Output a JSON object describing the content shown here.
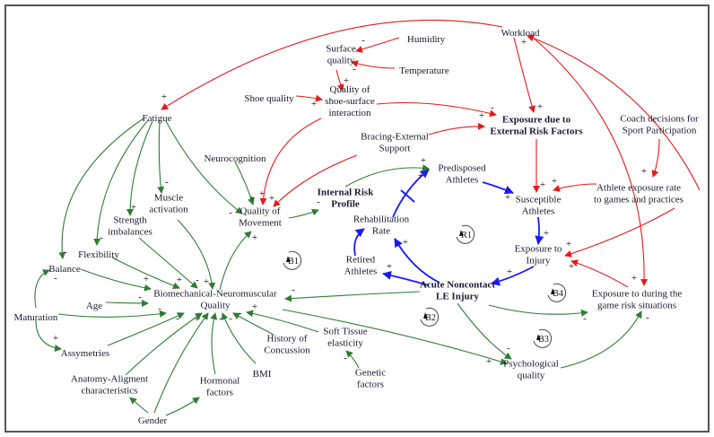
{
  "colors": {
    "external": "#e8191a",
    "stock_flow": "#1a1aff",
    "internal": "#2e7d32",
    "border": "#555555"
  },
  "nodes": [
    {
      "id": "workload",
      "lines": [
        "Workload"
      ]
    },
    {
      "id": "humidity",
      "lines": [
        "Humidity"
      ]
    },
    {
      "id": "surface",
      "lines": [
        "Surface",
        "quality"
      ]
    },
    {
      "id": "temperature",
      "lines": [
        "Temperature"
      ]
    },
    {
      "id": "shoe",
      "lines": [
        "Shoe quality"
      ]
    },
    {
      "id": "qss",
      "lines": [
        "Quality of",
        "shoe-surface",
        "interaction"
      ]
    },
    {
      "id": "extrisk",
      "lines": [
        "Exposure due to",
        "External Risk Factors"
      ],
      "bold": true
    },
    {
      "id": "coach",
      "lines": [
        "Coach decisions for",
        "Sport Participation"
      ]
    },
    {
      "id": "fatigue",
      "lines": [
        "Fatigue"
      ]
    },
    {
      "id": "neuro",
      "lines": [
        "Neurocognition"
      ]
    },
    {
      "id": "bracing",
      "lines": [
        "Bracing-External",
        "Support"
      ]
    },
    {
      "id": "predisposed",
      "lines": [
        "Predisposed",
        "Athletes"
      ]
    },
    {
      "id": "irp",
      "lines": [
        "Internal Risk",
        "Profile"
      ],
      "bold": true
    },
    {
      "id": "susceptible",
      "lines": [
        "Susceptible",
        "Athletes"
      ]
    },
    {
      "id": "athexp",
      "lines": [
        "Athlete exposure rate",
        "to games and practices"
      ]
    },
    {
      "id": "muscle",
      "lines": [
        "Muscle",
        "activation"
      ]
    },
    {
      "id": "strength",
      "lines": [
        "Strength",
        "imbalances"
      ]
    },
    {
      "id": "qom",
      "lines": [
        "Quality of",
        "Movement"
      ]
    },
    {
      "id": "rehab",
      "lines": [
        "Rehabilitation",
        "Rate"
      ]
    },
    {
      "id": "expinj",
      "lines": [
        "Exposure to",
        "Injury"
      ]
    },
    {
      "id": "flex",
      "lines": [
        "Flexibility"
      ]
    },
    {
      "id": "retired",
      "lines": [
        "Retired",
        "Athletes"
      ]
    },
    {
      "id": "balance",
      "lines": [
        "Balance"
      ]
    },
    {
      "id": "acute",
      "lines": [
        "Acute Noncontact",
        "LE Injury"
      ],
      "bold": true
    },
    {
      "id": "bnq",
      "lines": [
        "Biomechanical-Neuromuscular",
        "Quality"
      ]
    },
    {
      "id": "expgame",
      "lines": [
        "Exposure to during the",
        "game risk situations"
      ]
    },
    {
      "id": "age",
      "lines": [
        "Age"
      ]
    },
    {
      "id": "maturation",
      "lines": [
        "Maturation"
      ]
    },
    {
      "id": "soft",
      "lines": [
        "Soft Tissue",
        "elasticity"
      ]
    },
    {
      "id": "history",
      "lines": [
        "History of",
        "Concussion"
      ]
    },
    {
      "id": "asym",
      "lines": [
        "Assymetries"
      ]
    },
    {
      "id": "bmi",
      "lines": [
        "BMI"
      ]
    },
    {
      "id": "psych",
      "lines": [
        "Psychological",
        "quality"
      ]
    },
    {
      "id": "genetic",
      "lines": [
        "Genetic",
        "factors"
      ]
    },
    {
      "id": "anatomy",
      "lines": [
        "Anatomy-Aligment",
        "characteristics"
      ]
    },
    {
      "id": "hormonal",
      "lines": [
        "Hormonal",
        "factors"
      ]
    },
    {
      "id": "gender",
      "lines": [
        "Gender"
      ]
    }
  ],
  "loops": [
    "B1",
    "R1",
    "B2",
    "B3",
    "B4"
  ],
  "edges": [
    {
      "from": "humidity",
      "to": "surface",
      "sign": "-",
      "color": "external"
    },
    {
      "from": "temperature",
      "to": "surface",
      "sign": "-",
      "color": "external"
    },
    {
      "from": "surface",
      "to": "qss",
      "sign": "+",
      "color": "external"
    },
    {
      "from": "shoe",
      "to": "qss",
      "sign": "+",
      "color": "external"
    },
    {
      "from": "qss",
      "to": "extrisk",
      "sign": "-",
      "color": "external"
    },
    {
      "from": "qss",
      "to": "qom",
      "sign": "+",
      "color": "external"
    },
    {
      "from": "bracing",
      "to": "qom",
      "sign": "+",
      "color": "external"
    },
    {
      "from": "bracing",
      "to": "extrisk",
      "sign": "+",
      "color": "external"
    },
    {
      "from": "workload",
      "to": "extrisk",
      "sign": "+",
      "color": "external"
    },
    {
      "from": "workload",
      "to": "fatigue",
      "sign": "+",
      "color": "external"
    },
    {
      "from": "athexp",
      "to": "workload",
      "sign": "+",
      "color": "external"
    },
    {
      "from": "extrisk",
      "to": "susceptible",
      "sign": "+",
      "color": "external"
    },
    {
      "from": "athexp",
      "to": "susceptible",
      "sign": "+",
      "color": "external"
    },
    {
      "from": "coach",
      "to": "athexp",
      "sign": "+",
      "color": "external"
    },
    {
      "from": "athexp",
      "to": "expinj",
      "sign": "+",
      "color": "external"
    },
    {
      "from": "workload",
      "to": "expgame",
      "sign": "+",
      "color": "external"
    },
    {
      "from": "expgame",
      "to": "expinj",
      "sign": "+",
      "color": "external"
    },
    {
      "from": "predisposed",
      "to": "susceptible",
      "sign": "+",
      "color": "stock_flow"
    },
    {
      "from": "susceptible",
      "to": "expinj",
      "sign": "+",
      "color": "stock_flow"
    },
    {
      "from": "expinj",
      "to": "acute",
      "sign": "+",
      "color": "stock_flow"
    },
    {
      "from": "acute",
      "to": "rehab",
      "sign": "+",
      "color": "stock_flow"
    },
    {
      "from": "acute",
      "to": "retired",
      "sign": "+",
      "color": "stock_flow"
    },
    {
      "from": "retired",
      "to": "rehab",
      "sign": "",
      "color": "stock_flow"
    },
    {
      "from": "rehab",
      "to": "predisposed",
      "sign": "+",
      "color": "stock_flow"
    },
    {
      "from": "irp",
      "to": "predisposed",
      "sign": "+",
      "color": "internal"
    },
    {
      "from": "qom",
      "to": "irp",
      "sign": "-",
      "color": "internal"
    },
    {
      "from": "fatigue",
      "to": "qom",
      "sign": "-",
      "color": "internal"
    },
    {
      "from": "neuro",
      "to": "qom",
      "sign": "+",
      "color": "internal"
    },
    {
      "from": "fatigue",
      "to": "muscle",
      "sign": "-",
      "color": "internal"
    },
    {
      "from": "fatigue",
      "to": "strength",
      "sign": "+",
      "color": "internal"
    },
    {
      "from": "fatigue",
      "to": "flex",
      "sign": "-",
      "color": "internal"
    },
    {
      "from": "fatigue",
      "to": "balance",
      "sign": "-",
      "color": "internal"
    },
    {
      "from": "balance",
      "to": "bnq",
      "sign": "+",
      "color": "internal"
    },
    {
      "from": "flex",
      "to": "bnq",
      "sign": "+",
      "color": "internal"
    },
    {
      "from": "strength",
      "to": "bnq",
      "sign": "-",
      "color": "internal"
    },
    {
      "from": "muscle",
      "to": "bnq",
      "sign": "+",
      "color": "internal"
    },
    {
      "from": "age",
      "to": "bnq",
      "sign": "-",
      "color": "internal"
    },
    {
      "from": "maturation",
      "to": "bnq",
      "sign": "-",
      "color": "internal"
    },
    {
      "from": "maturation",
      "to": "balance",
      "sign": "-",
      "color": "internal"
    },
    {
      "from": "maturation",
      "to": "asym",
      "sign": "+",
      "color": "internal"
    },
    {
      "from": "asym",
      "to": "bnq",
      "sign": "-",
      "color": "internal"
    },
    {
      "from": "anatomy",
      "to": "bnq",
      "sign": "+",
      "color": "internal"
    },
    {
      "from": "gender",
      "to": "bnq",
      "sign": "",
      "color": "internal"
    },
    {
      "from": "gender",
      "to": "anatomy",
      "sign": "",
      "color": "internal"
    },
    {
      "from": "gender",
      "to": "hormonal",
      "sign": "",
      "color": "internal"
    },
    {
      "from": "hormonal",
      "to": "bnq",
      "sign": "-",
      "color": "internal"
    },
    {
      "from": "bmi",
      "to": "bnq",
      "sign": "-",
      "color": "internal"
    },
    {
      "from": "history",
      "to": "bnq",
      "sign": "-",
      "color": "internal"
    },
    {
      "from": "soft",
      "to": "bnq",
      "sign": "+",
      "color": "internal"
    },
    {
      "from": "genetic",
      "to": "soft",
      "sign": "-",
      "color": "internal"
    },
    {
      "from": "bnq",
      "to": "qom",
      "sign": "+",
      "color": "internal"
    },
    {
      "from": "acute",
      "to": "bnq",
      "sign": "-",
      "color": "internal"
    },
    {
      "from": "bnq",
      "to": "psych",
      "sign": "+",
      "color": "internal"
    },
    {
      "from": "acute",
      "to": "psych",
      "sign": "-",
      "color": "internal"
    },
    {
      "from": "psych",
      "to": "expgame",
      "sign": "-",
      "color": "internal"
    },
    {
      "from": "acute",
      "to": "expgame",
      "sign": "-",
      "color": "internal"
    }
  ]
}
